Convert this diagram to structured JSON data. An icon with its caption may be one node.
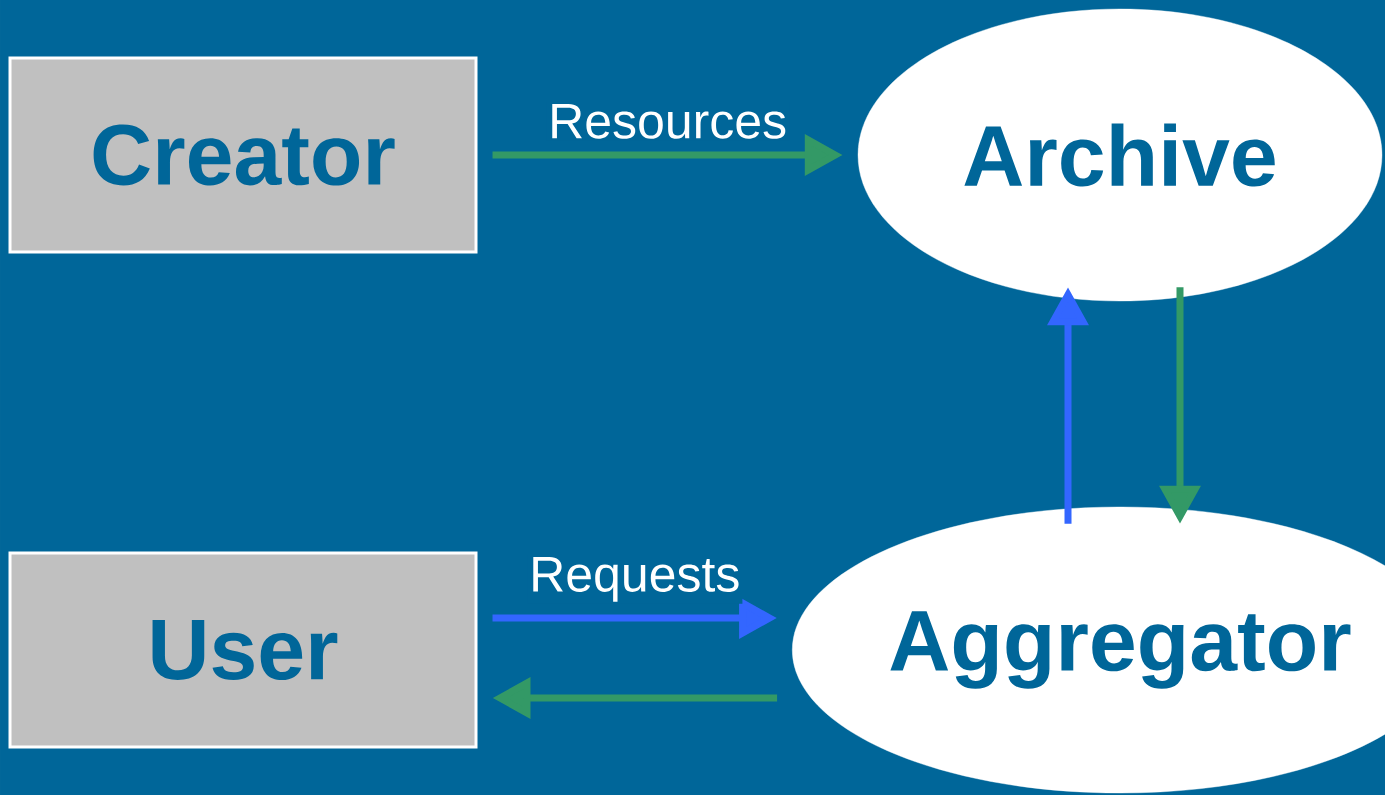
{
  "diagram": {
    "nodes": [
      {
        "text": [
          "Creator"
        ]
      },
      {
        "text": [
          "Archive"
        ]
      },
      {
        "text": [
          "User"
        ]
      },
      {
        "text": [
          "Aggregator"
        ]
      }
    ],
    "edges": [
      {
        "from": 0,
        "to": 1,
        "arrow": "to",
        "label": "Resources"
      },
      {
        "from": 2,
        "to": 3,
        "arrow": "to",
        "label": "Requests",
        "color": "#3366ff"
      },
      {
        "from": 3,
        "to": 2,
        "arrow": "to"
      },
      {
        "from": 3,
        "to": 1,
        "arrow": "to",
        "color": "#3366ff"
      },
      {
        "from": 1,
        "to": 3,
        "arrow": "to"
      }
    ]
  }
}
